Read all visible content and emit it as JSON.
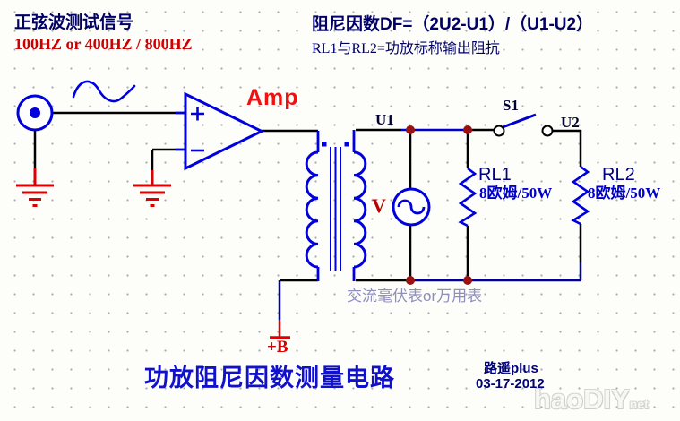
{
  "header": {
    "left": {
      "line1": "正弦波测试信号",
      "line2": "100HZ or 400HZ / 800HZ"
    },
    "right": {
      "formula": "阻尼因数DF=（2U2-U1）/（U1-U2）",
      "note": "RL1与RL2=功放标称输出阻抗"
    }
  },
  "circuit": {
    "amplifier_label": "Amp",
    "node_u1": "U1",
    "node_u2": "U2",
    "switch_label": "S1",
    "voltmeter_label": "V",
    "loads": {
      "rl1": {
        "name": "RL1",
        "spec": "8欧姆/50W"
      },
      "rl2": {
        "name": "RL2",
        "spec": "8欧姆/50W"
      }
    },
    "meter_note": "交流毫伏表or万用表",
    "power_label": "+B"
  },
  "footer": {
    "title": "功放阻尼因数测量电路",
    "author": "路遥plus",
    "date": "03-17-2012",
    "watermark_main": "haoDIY",
    "watermark_suffix": "net"
  },
  "icons": {
    "signal-source-icon": "circle-with-dot",
    "sine-wave-icon": "sine-curve",
    "ground-icon": "stacked-red-bars",
    "opamp-icon": "triangle-plus-minus",
    "transformer-icon": "dual-coil-with-core",
    "voltmeter-icon": "circle-with-sine",
    "resistor-icon": "zigzag",
    "switch-icon": "two-terminals-with-lever",
    "power-icon": "red-bar"
  },
  "colors": {
    "component_blue": "#0000dd",
    "wire_black": "#000000",
    "wire_navy": "#000099",
    "node_red": "#991111",
    "ground_red": "#dd0000",
    "navy_text": "#000066",
    "title_blue": "#1111cc",
    "note_lavender": "#8f8fbe",
    "background": "#fdfdfa"
  }
}
